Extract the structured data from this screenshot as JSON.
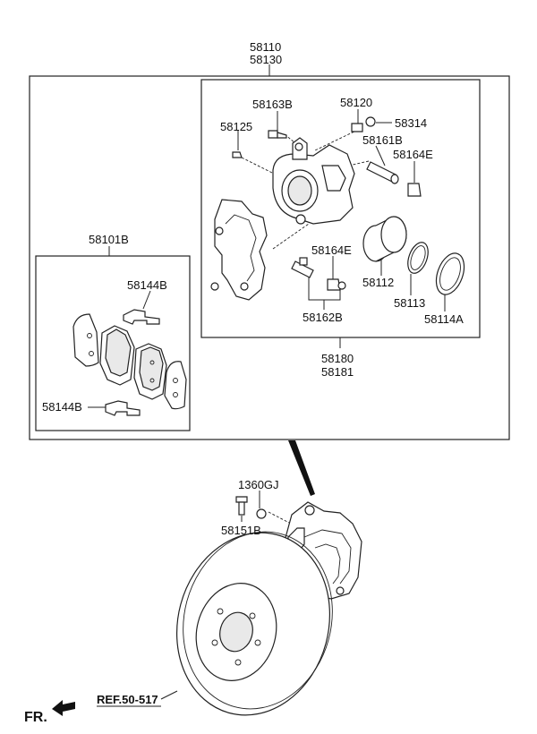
{
  "labels": {
    "assembly_top_1": "58110",
    "assembly_top_2": "58130",
    "p58163b": "58163B",
    "p58120": "58120",
    "p58314": "58314",
    "p58125": "58125",
    "p58161b": "58161B",
    "p58164e_top": "58164E",
    "p58101b": "58101B",
    "p58164e_mid": "58164E",
    "p58144b_top": "58144B",
    "p58112": "58112",
    "p58113": "58113",
    "p58162b": "58162B",
    "p58114a": "58114A",
    "assembly_mid_1": "58180",
    "assembly_mid_2": "58181",
    "p58144b_bot": "58144B",
    "p1360gj": "1360GJ",
    "p58151b": "58151B",
    "ref": "REF.50-517",
    "fr": "FR."
  }
}
